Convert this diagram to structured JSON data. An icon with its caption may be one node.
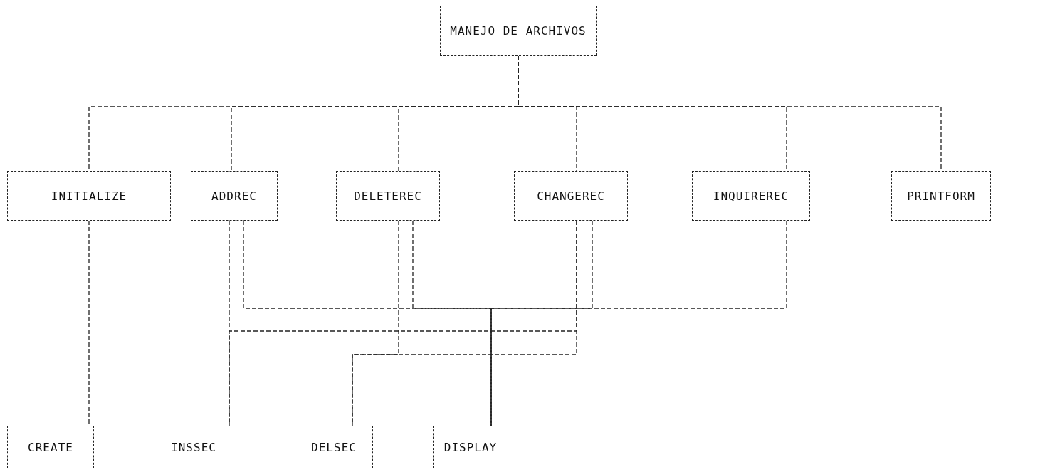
{
  "diagram": {
    "nodes": [
      {
        "text": [
          "MANEJO DE ARCHIVOS"
        ]
      },
      {
        "text": [
          "INITIALIZE"
        ]
      },
      {
        "text": [
          "ADDREC"
        ]
      },
      {
        "text": [
          "DELETEREC"
        ]
      },
      {
        "text": [
          "CHANGEREC"
        ]
      },
      {
        "text": [
          "INQUIREREC"
        ]
      },
      {
        "text": [
          "PRINTFORM"
        ]
      },
      {
        "text": [
          "CREATE"
        ]
      },
      {
        "text": [
          "INSSEC"
        ]
      },
      {
        "text": [
          "DELSEC"
        ]
      },
      {
        "text": [
          "DISPLAY"
        ]
      }
    ],
    "edges": [
      {
        "from": 0,
        "to": 1,
        "arrow": "none"
      },
      {
        "from": 0,
        "to": 2,
        "arrow": "none"
      },
      {
        "from": 0,
        "to": 3,
        "arrow": "none"
      },
      {
        "from": 0,
        "to": 4,
        "arrow": "none"
      },
      {
        "from": 0,
        "to": 5,
        "arrow": "none"
      },
      {
        "from": 0,
        "to": 6,
        "arrow": "none"
      },
      {
        "from": 1,
        "to": 7,
        "arrow": "none"
      },
      {
        "from": 2,
        "to": 8,
        "arrow": "none"
      },
      {
        "from": 2,
        "to": 10,
        "arrow": "none"
      },
      {
        "from": 3,
        "to": 9,
        "arrow": "none"
      },
      {
        "from": 3,
        "to": 10,
        "arrow": "none"
      },
      {
        "from": 4,
        "to": 8,
        "arrow": "none"
      },
      {
        "from": 4,
        "to": 9,
        "arrow": "none"
      },
      {
        "from": 4,
        "to": 10,
        "arrow": "none"
      },
      {
        "from": 5,
        "to": 10,
        "arrow": "none"
      }
    ]
  }
}
